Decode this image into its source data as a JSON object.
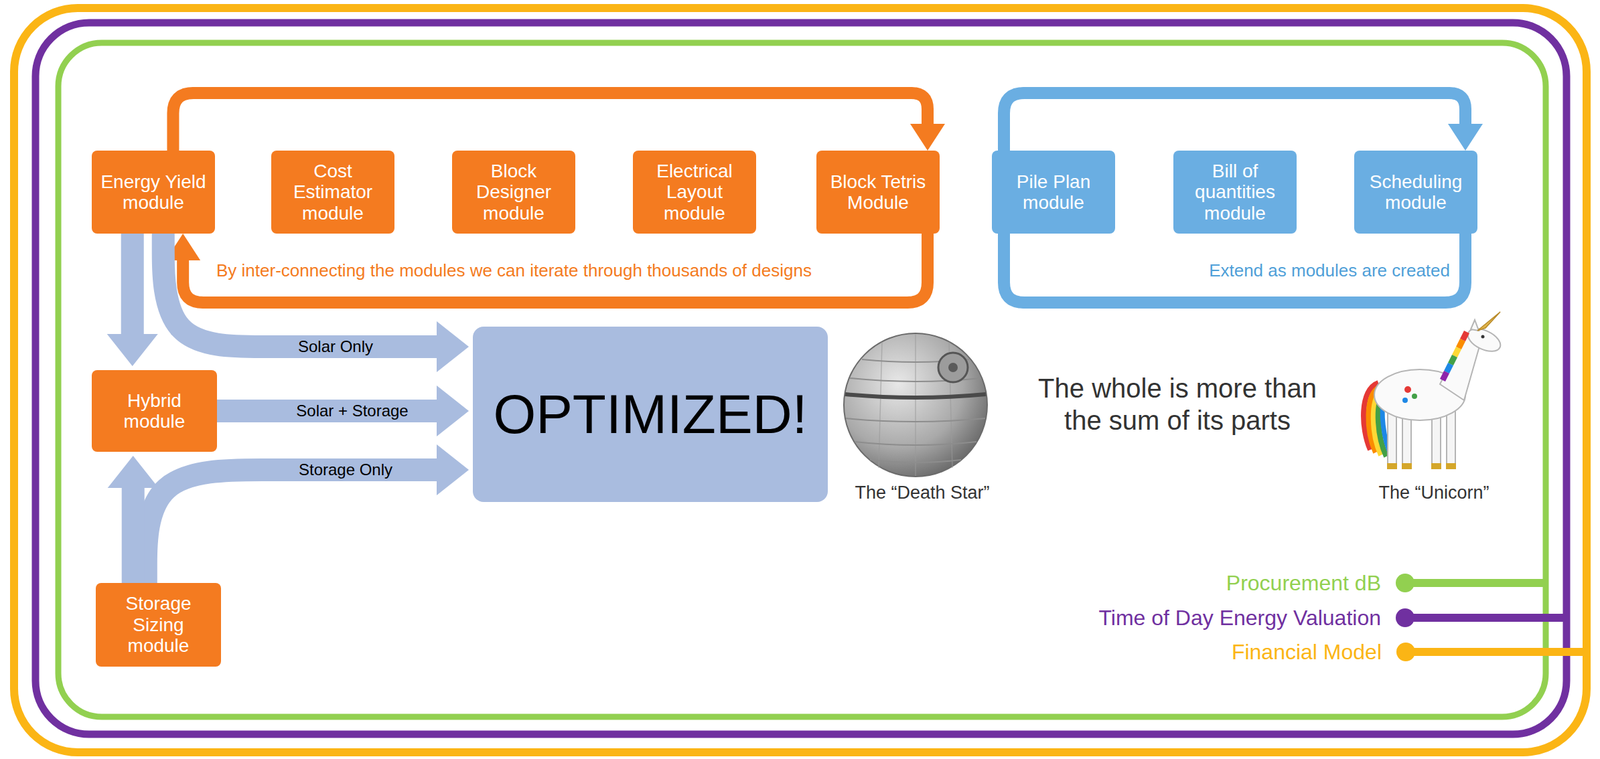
{
  "diagram": {
    "nodes": [
      {
        "text": [
          "Energy Yield module"
        ]
      },
      {
        "text": [
          "Cost Estimator module"
        ]
      },
      {
        "text": [
          "Block Designer module"
        ]
      },
      {
        "text": [
          "Electrical Layout module"
        ]
      },
      {
        "text": [
          "Block Tetris Module"
        ]
      },
      {
        "text": [
          "Pile Plan module"
        ]
      },
      {
        "text": [
          "Bill of quantities module"
        ]
      },
      {
        "text": [
          "Scheduling module"
        ]
      },
      {
        "text": [
          "Hybrid module"
        ]
      },
      {
        "text": [
          "OPTIMIZED!"
        ]
      },
      {
        "text": [
          "Storage Sizing module"
        ]
      }
    ],
    "edges": [
      {
        "from": 0,
        "to": 4,
        "arrow": "to"
      },
      {
        "from": 4,
        "to": 0,
        "arrow": "to",
        "label": "By inter-connecting the modules we can iterate through thousands of designs"
      },
      {
        "from": 5,
        "to": 7,
        "arrow": "to"
      },
      {
        "from": 7,
        "to": 5,
        "arrow": "none",
        "label": "Extend as modules are created"
      },
      {
        "from": 0,
        "to": 8,
        "arrow": "to"
      },
      {
        "from": 0,
        "to": 9,
        "arrow": "to",
        "label": "Solar Only"
      },
      {
        "from": 8,
        "to": 9,
        "arrow": "to",
        "label": "Solar + Storage"
      },
      {
        "from": 10,
        "to": 9,
        "arrow": "to",
        "label": "Storage Only"
      },
      {
        "from": 10,
        "to": 8,
        "arrow": "to"
      }
    ],
    "labels": [
      "The “Death Star”",
      "The whole is more than the sum of its parts",
      "The “Unicorn”"
    ],
    "legend": [
      {
        "text": "Procurement dB",
        "color": "#92d050"
      },
      {
        "text": "Time of Day Energy Valuation",
        "color": "#7030a0"
      },
      {
        "text": "Financial Model",
        "color": "#fbb515"
      }
    ]
  }
}
